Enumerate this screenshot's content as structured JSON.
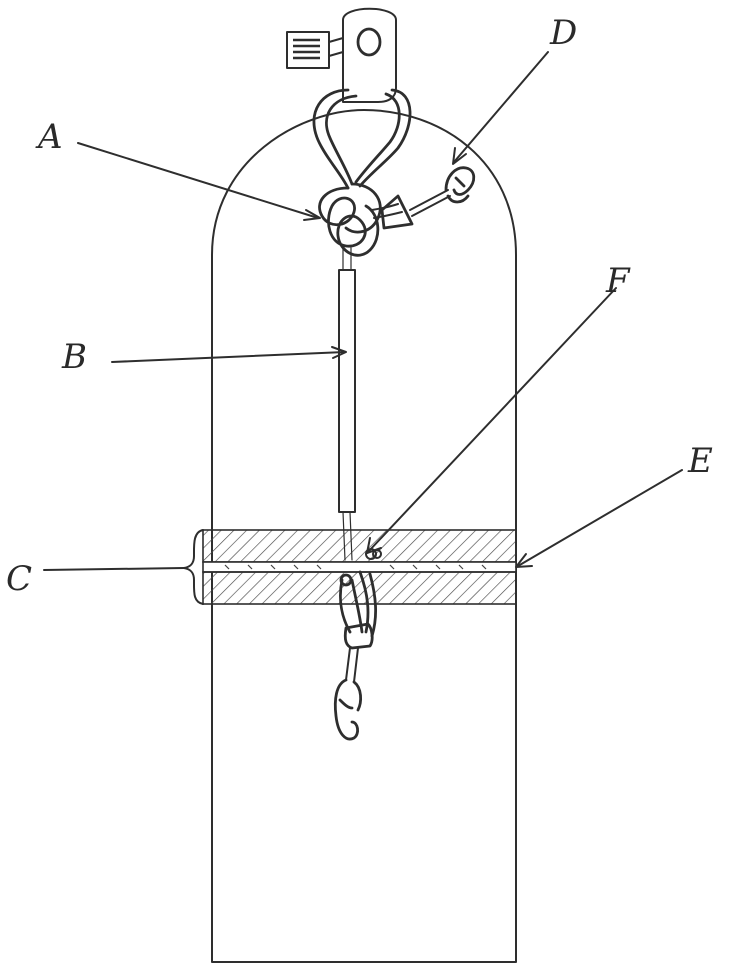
{
  "labels": {
    "a": "A",
    "b": "B",
    "c": "C",
    "d": "D",
    "e": "E",
    "f": "F"
  },
  "colors": {
    "ink": "#2e2e2e",
    "paper": "#ffffff"
  },
  "icons": {
    "hatched_band": "hatched-band-icon",
    "snap_hook": "snap-hook-icon"
  }
}
